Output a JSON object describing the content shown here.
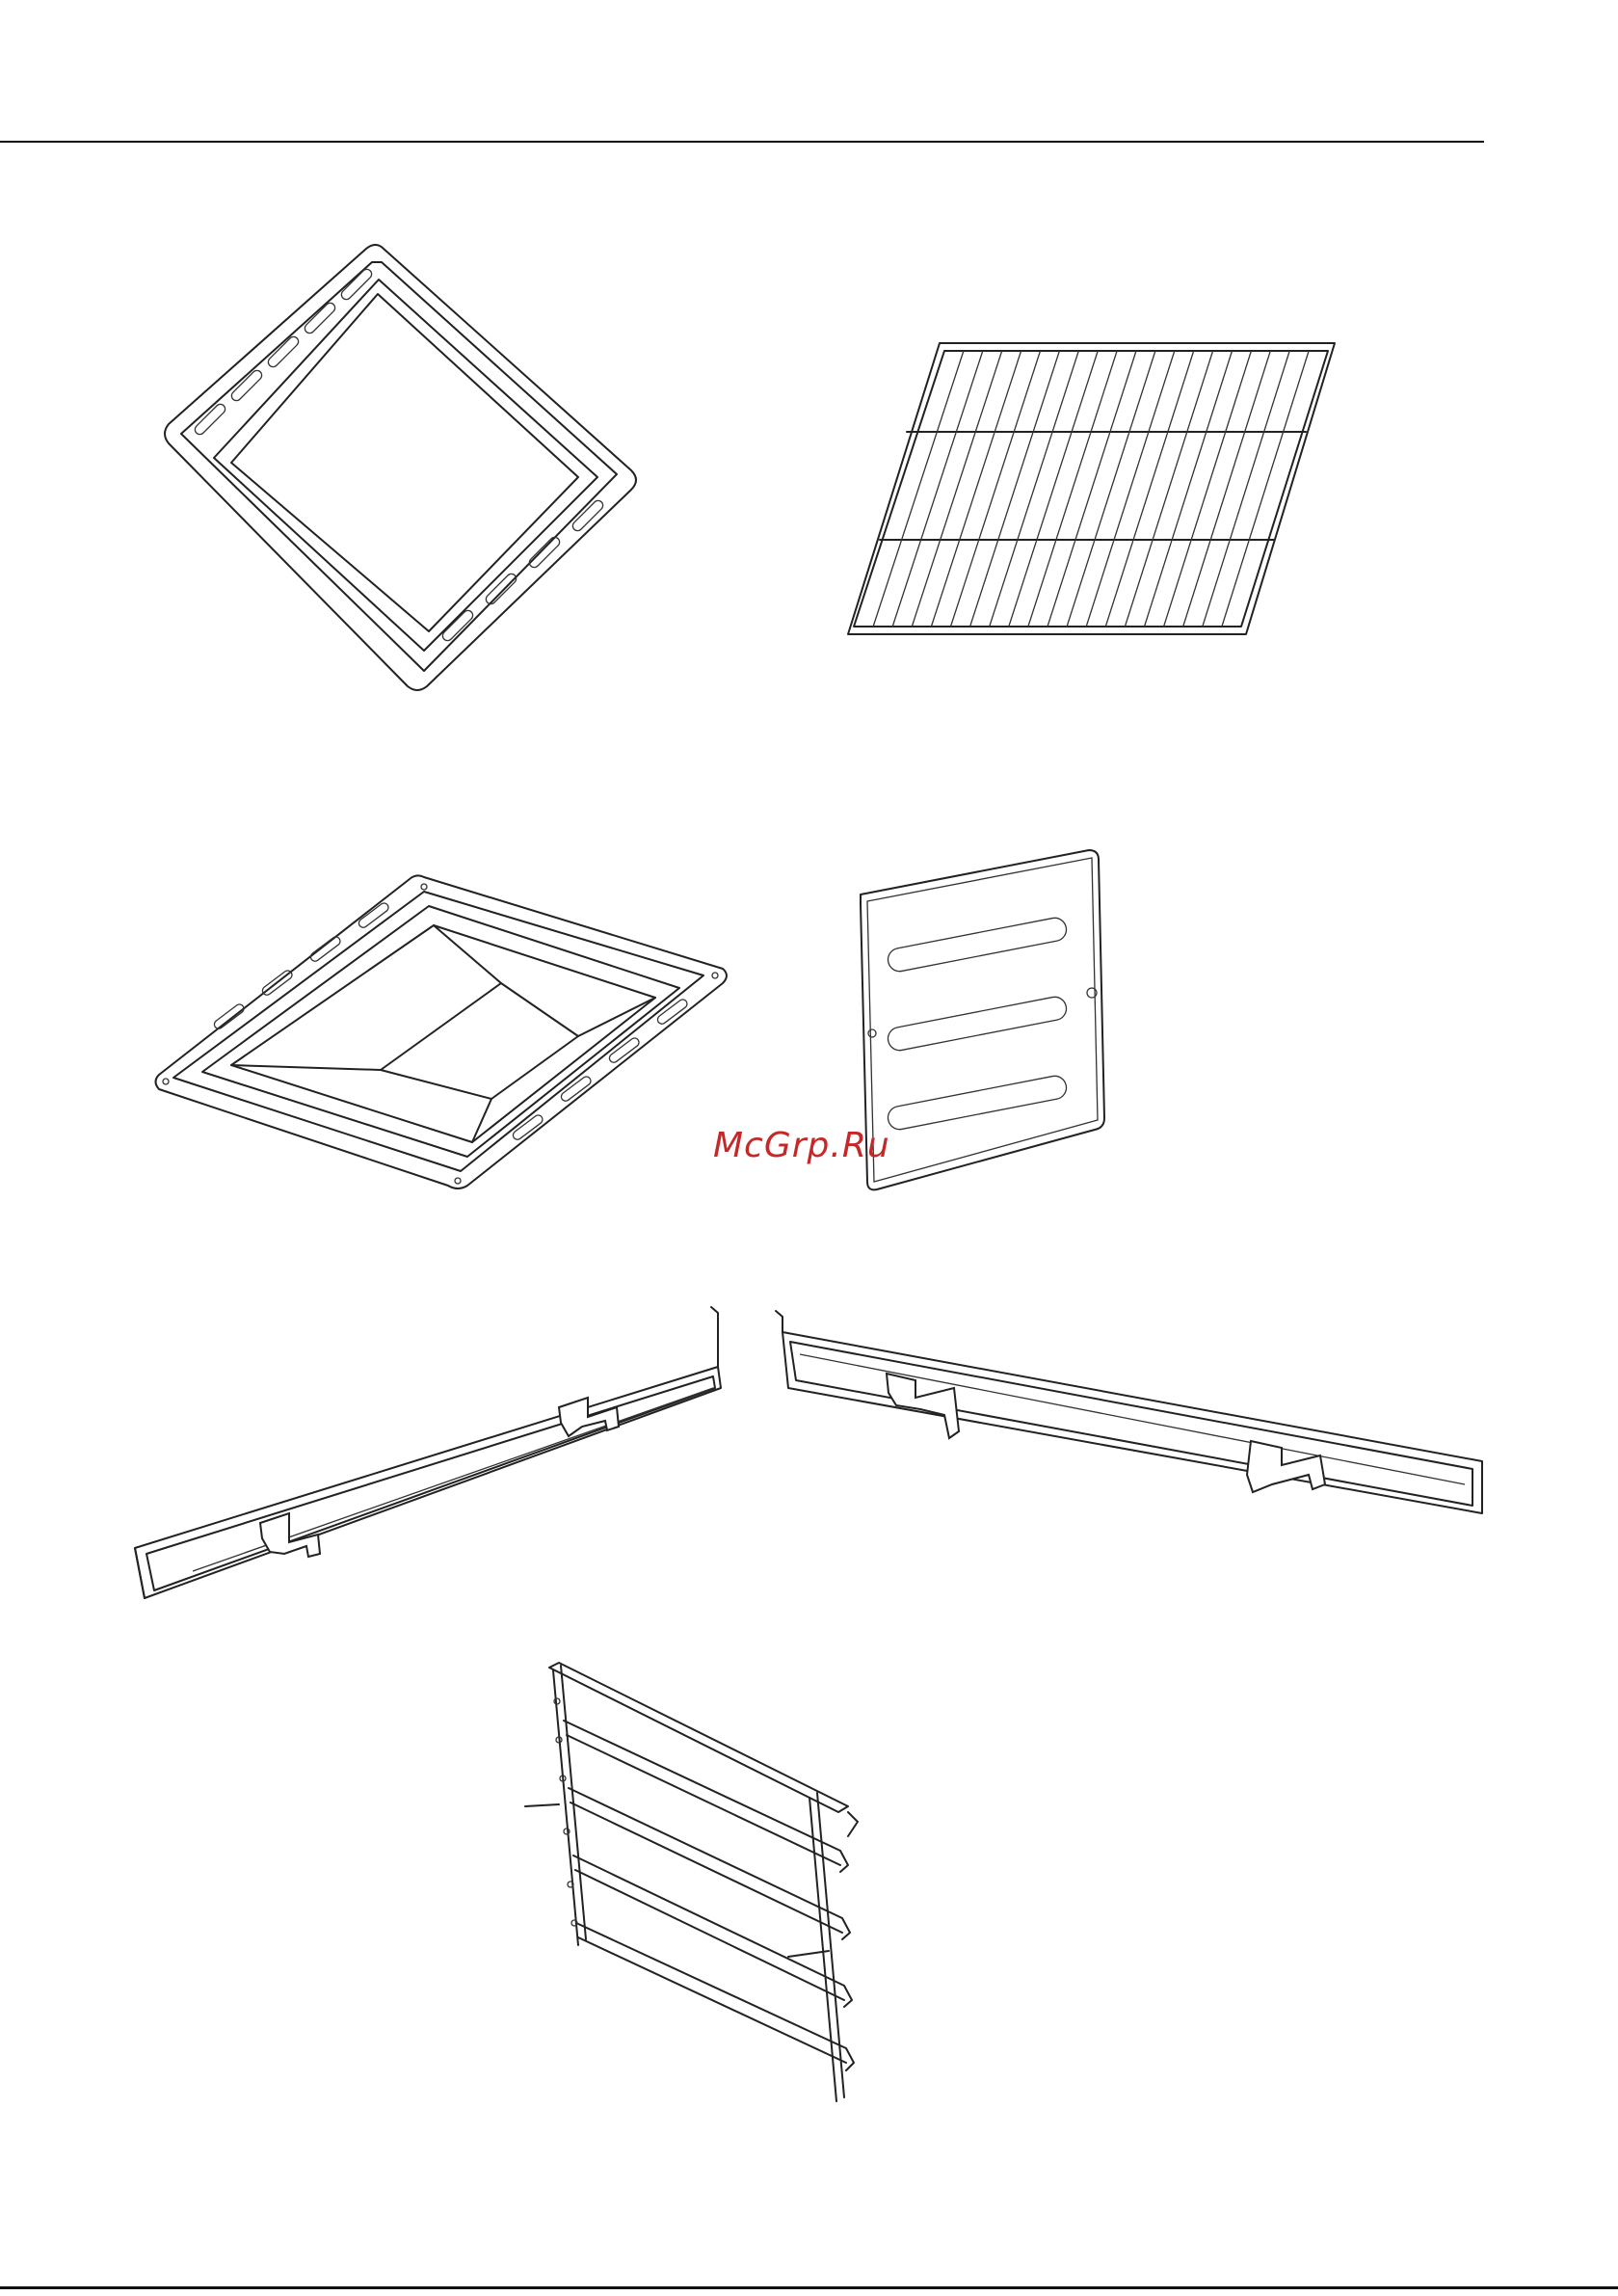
{
  "watermark": {
    "text": "McGrp.Ru",
    "color": "#c62828"
  },
  "illustrations": [
    {
      "name": "shallow-tray",
      "icon": "baking-tray-icon"
    },
    {
      "name": "wire-rack",
      "icon": "wire-shelf-icon"
    },
    {
      "name": "deep-tray",
      "icon": "roasting-pan-icon"
    },
    {
      "name": "catalytic-panel",
      "icon": "panel-icon"
    },
    {
      "name": "left-side-rail",
      "icon": "rail-icon"
    },
    {
      "name": "right-side-rail",
      "icon": "rail-icon"
    },
    {
      "name": "shelf-support-rack",
      "icon": "shelf-support-icon"
    }
  ]
}
